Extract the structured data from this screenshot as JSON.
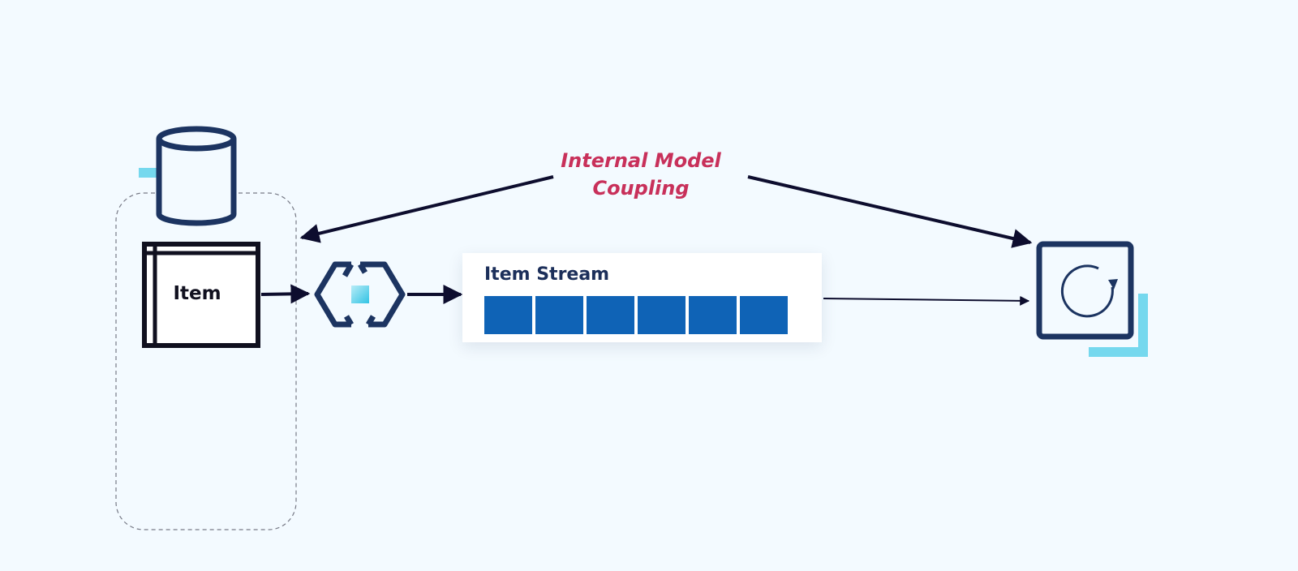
{
  "colors": {
    "background": "#f3faff",
    "navy": "#1c3461",
    "arrow": "#0d0d2e",
    "accent_red": "#c8305a",
    "light_blue": "#75d8ee",
    "stream_blue": "#0f63b6"
  },
  "annotation": {
    "line1": "Internal Model",
    "line2": "Coupling"
  },
  "producer": {
    "database_icon": "database-icon",
    "item_label": "Item"
  },
  "connector": {
    "icon": "connector-icon"
  },
  "stream": {
    "title": "Item Stream",
    "cell_count": 6
  },
  "consumer": {
    "icon": "refresh-service-icon"
  }
}
